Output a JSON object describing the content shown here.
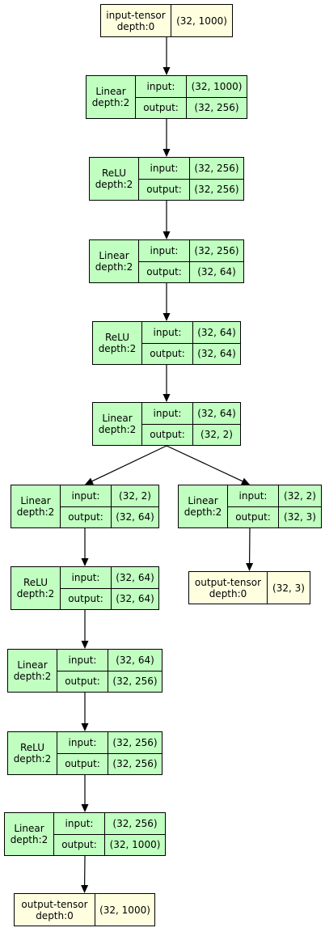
{
  "labels": {
    "input": "input:",
    "output": "output:",
    "depth_prefix": "depth:"
  },
  "colors": {
    "layer_fill": "#c1ffc1",
    "tensor_fill": "#ffffe0",
    "stroke": "#000000"
  },
  "nodes": [
    {
      "id": "n0",
      "kind": "tensor",
      "name": "input-tensor",
      "depth": "0",
      "shape": "(32, 1000)"
    },
    {
      "id": "n1",
      "kind": "layer",
      "name": "Linear",
      "depth": "2",
      "input": "(32, 1000)",
      "output": "(32, 256)"
    },
    {
      "id": "n2",
      "kind": "layer",
      "name": "ReLU",
      "depth": "2",
      "input": "(32, 256)",
      "output": "(32, 256)"
    },
    {
      "id": "n3",
      "kind": "layer",
      "name": "Linear",
      "depth": "2",
      "input": "(32, 256)",
      "output": "(32, 64)"
    },
    {
      "id": "n4",
      "kind": "layer",
      "name": "ReLU",
      "depth": "2",
      "input": "(32, 64)",
      "output": "(32, 64)"
    },
    {
      "id": "n5",
      "kind": "layer",
      "name": "Linear",
      "depth": "2",
      "input": "(32, 64)",
      "output": "(32, 2)"
    },
    {
      "id": "n6",
      "kind": "layer",
      "name": "Linear",
      "depth": "2",
      "input": "(32, 2)",
      "output": "(32, 64)"
    },
    {
      "id": "n7",
      "kind": "layer",
      "name": "Linear",
      "depth": "2",
      "input": "(32, 2)",
      "output": "(32, 3)"
    },
    {
      "id": "n8",
      "kind": "layer",
      "name": "ReLU",
      "depth": "2",
      "input": "(32, 64)",
      "output": "(32, 64)"
    },
    {
      "id": "n9",
      "kind": "tensor",
      "name": "output-tensor",
      "depth": "0",
      "shape": "(32, 3)"
    },
    {
      "id": "n10",
      "kind": "layer",
      "name": "Linear",
      "depth": "2",
      "input": "(32, 64)",
      "output": "(32, 256)"
    },
    {
      "id": "n11",
      "kind": "layer",
      "name": "ReLU",
      "depth": "2",
      "input": "(32, 256)",
      "output": "(32, 256)"
    },
    {
      "id": "n12",
      "kind": "layer",
      "name": "Linear",
      "depth": "2",
      "input": "(32, 256)",
      "output": "(32, 1000)"
    },
    {
      "id": "n13",
      "kind": "tensor",
      "name": "output-tensor",
      "depth": "0",
      "shape": "(32, 1000)"
    }
  ],
  "edges": [
    [
      "n0",
      "n1"
    ],
    [
      "n1",
      "n2"
    ],
    [
      "n2",
      "n3"
    ],
    [
      "n3",
      "n4"
    ],
    [
      "n4",
      "n5"
    ],
    [
      "n5",
      "n6"
    ],
    [
      "n5",
      "n7"
    ],
    [
      "n6",
      "n8"
    ],
    [
      "n7",
      "n9"
    ],
    [
      "n8",
      "n10"
    ],
    [
      "n10",
      "n11"
    ],
    [
      "n11",
      "n12"
    ],
    [
      "n12",
      "n13"
    ]
  ]
}
